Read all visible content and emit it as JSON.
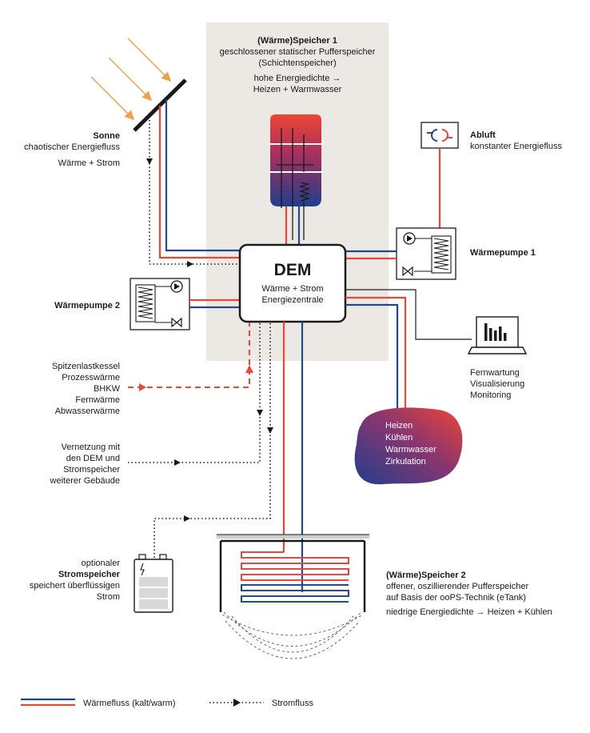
{
  "speicher1": {
    "title": "(Wärme)Speicher 1",
    "line1": "geschlossener statischer Pufferspeicher",
    "line2": "(Schichtenspeicher)",
    "line3": "hohe Energiedichte →",
    "line4": "Heizen + Warmwasser"
  },
  "sonne": {
    "title": "Sonne",
    "line1": "chaotischer Energiefluss",
    "line2": "Wärme + Strom"
  },
  "abluft": {
    "title": "Abluft",
    "line1": "konstanter Energiefluss"
  },
  "waermepumpe1": {
    "title": "Wärmepumpe 1"
  },
  "waermepumpe2": {
    "title": "Wärmepumpe 2"
  },
  "dem": {
    "title": "DEM",
    "line1": "Wärme + Strom",
    "line2": "Energiezentrale"
  },
  "spitzenlast": {
    "lines": [
      "Spitzenlastkessel",
      "Prozesswärme",
      "BHKW",
      "Fernwärme",
      "Abwasserwärme"
    ]
  },
  "vernetzung": {
    "lines": [
      "Vernetzung mit",
      "den DEM und",
      "Stromspeicher",
      "weiterer Gebäude"
    ]
  },
  "fernwartung": {
    "lines": [
      "Fernwartung",
      "Visualisierung",
      "Monitoring"
    ]
  },
  "verbraucher": {
    "lines": [
      "Heizen",
      "Kühlen",
      "Warmwasser",
      "Zirkulation"
    ]
  },
  "stromspeicher": {
    "line1": "optionaler",
    "title": "Stromspeicher",
    "line2": "speichert überflüssigen",
    "line3": "Strom"
  },
  "speicher2": {
    "title": "(Wärme)Speicher 2",
    "line1": "offener, oszillierender Pufferspeicher",
    "line2": "auf Basis der ooPS-Technik (eTank)",
    "line3": "niedrige Energiedichte → Heizen + Kühlen"
  },
  "legend": {
    "heat": "Wärmefluss (kalt/warm)",
    "power": "Stromfluss"
  },
  "colors": {
    "red": "#e8473a",
    "blue": "#1f4a8c",
    "orange": "#f0a04b",
    "panel": "#ece9e5",
    "dark": "#1a1a1a"
  },
  "icons": {
    "sun": "sun-arrows-icon",
    "exhaust": "heat-exchanger-icon",
    "heatpump": "heat-pump-icon",
    "battery": "battery-icon",
    "monitor": "laptop-chart-icon"
  }
}
